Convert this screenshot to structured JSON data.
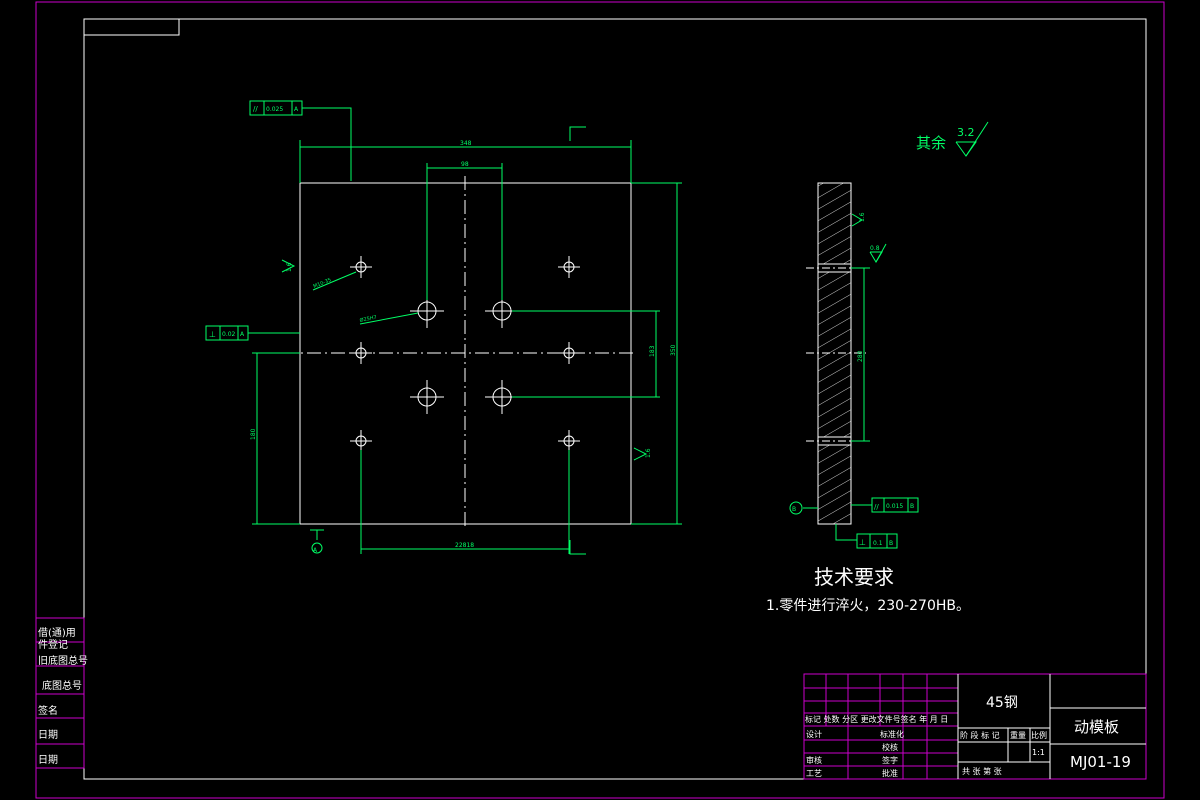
{
  "colors": {
    "background": "#000000",
    "outline": "#ffffff",
    "frame": "#cc00cc",
    "dimension": "#00ff66",
    "centerline": "#ffffff",
    "hatch": "#ffffff"
  },
  "surface_note": {
    "prefix": "其余",
    "roughness": "3.2"
  },
  "dims": {
    "width_top": "348",
    "center_width": "98",
    "height_right": "350",
    "right_inner": "183",
    "left_height": "180",
    "bottom_dim": "22818",
    "parallel_tol": "0.025",
    "perp_tol": "0.02",
    "datum_a": "A",
    "hole_note_small": "M10-35",
    "hole_note_large": "Ø25H7",
    "side_roughness_top": "1.6",
    "side_roughness_mid": "0.8",
    "side_roughness_left": "1.6",
    "side_roughness_right": "1.6",
    "side_height": "280",
    "side_parallel": "0.015",
    "side_datum_b": "B",
    "side_perp": "0.1",
    "datum_b_label": "B"
  },
  "tech": {
    "title": "技术要求",
    "item1": "1.零件进行淬火，230-270HB。"
  },
  "sidebar": {
    "cell1": "借(通)用",
    "cell2": "件登记",
    "cell3": "旧底图总号",
    "cell4": "底图总号",
    "cell5": "签名",
    "cell6": "日期",
    "cell7": "日期"
  },
  "titleblock": {
    "material": "45钢",
    "part_name": "动模板",
    "drawing_no": "MJ01-19",
    "row_mark": "标记 处数 分区 更改文件号签名 年 月 日",
    "design": "设计",
    "standard": "标准化",
    "review": "审核",
    "process": "工艺",
    "approve": "批准",
    "stage_header": "阶 段 标 记",
    "weight": "重量",
    "scale_label": "比例",
    "scale_value": "1:1",
    "sheets": "共    张 第    张",
    "check": "审核",
    "sign": "签字",
    "rev": "校核"
  }
}
